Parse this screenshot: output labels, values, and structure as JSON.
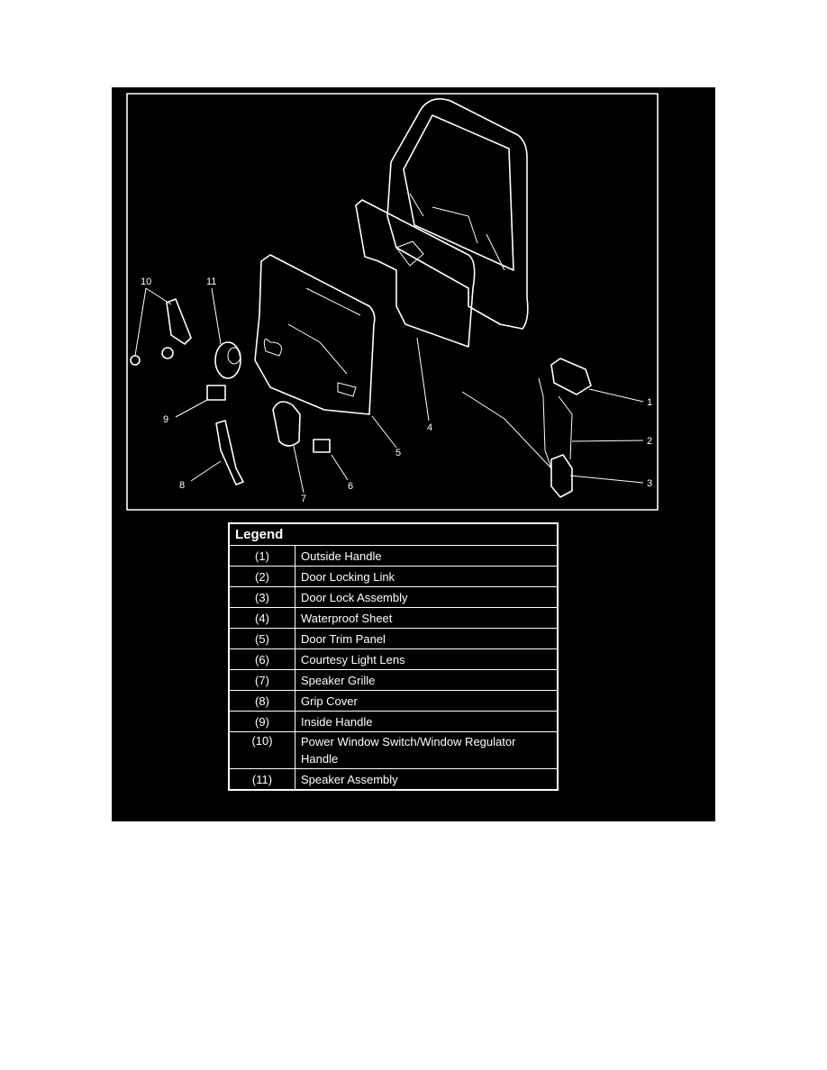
{
  "diagram": {
    "callouts": [
      "1",
      "2",
      "3",
      "4",
      "5",
      "6",
      "7",
      "8",
      "9",
      "10",
      "11"
    ]
  },
  "legend": {
    "title": "Legend",
    "rows": [
      {
        "num": "(1)",
        "label": "Outside Handle"
      },
      {
        "num": "(2)",
        "label": "Door Locking Link"
      },
      {
        "num": "(3)",
        "label": "Door Lock Assembly"
      },
      {
        "num": "(4)",
        "label": "Waterproof Sheet"
      },
      {
        "num": "(5)",
        "label": "Door Trim Panel"
      },
      {
        "num": "(6)",
        "label": "Courtesy Light Lens"
      },
      {
        "num": "(7)",
        "label": "Speaker Grille"
      },
      {
        "num": "(8)",
        "label": "Grip Cover"
      },
      {
        "num": "(9)",
        "label": "Inside Handle"
      },
      {
        "num": "(10)",
        "label": "Power Window Switch/Window Regulator Handle"
      },
      {
        "num": "(11)",
        "label": "Speaker Assembly"
      }
    ]
  }
}
